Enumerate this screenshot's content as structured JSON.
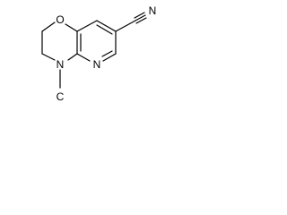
{
  "molecule": {
    "atoms": {
      "oxygen": "O",
      "ring_nitrogen_methyl": "N",
      "pyridine_nitrogen": "N",
      "nitrile_nitrogen": "N",
      "methyl_carbon": "C"
    }
  }
}
